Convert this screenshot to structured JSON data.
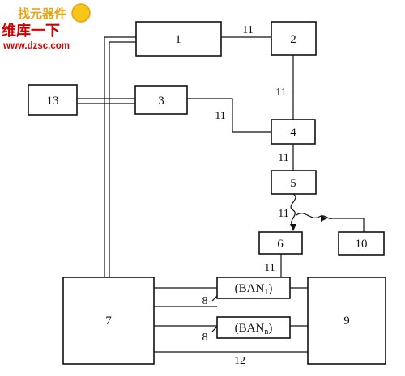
{
  "watermark": {
    "brand_top": "找元器件",
    "brand_cn": "维库一下",
    "url": "www.dzsc.com",
    "colors": {
      "red": "#d40000",
      "orange": "#e8a317"
    }
  },
  "blocks": {
    "b1": "1",
    "b2": "2",
    "b3": "3",
    "b4": "4",
    "b5": "5",
    "b6": "6",
    "b7": "7",
    "b9": "9",
    "b10": "10",
    "b13": "13",
    "ban1": {
      "prefix": "(BAN",
      "sub": "1",
      "suffix": ")"
    },
    "bann": {
      "prefix": "(BAN",
      "sub": "n",
      "suffix": ")"
    }
  },
  "link_labels": {
    "l_1_2": "11",
    "l_2_4": "11",
    "l_3_4": "11",
    "l_4_5": "11",
    "l_5_6": "11",
    "l_6_ban": "11",
    "l_ban1": "8",
    "l_bann": "8",
    "l_7_9": "12"
  }
}
